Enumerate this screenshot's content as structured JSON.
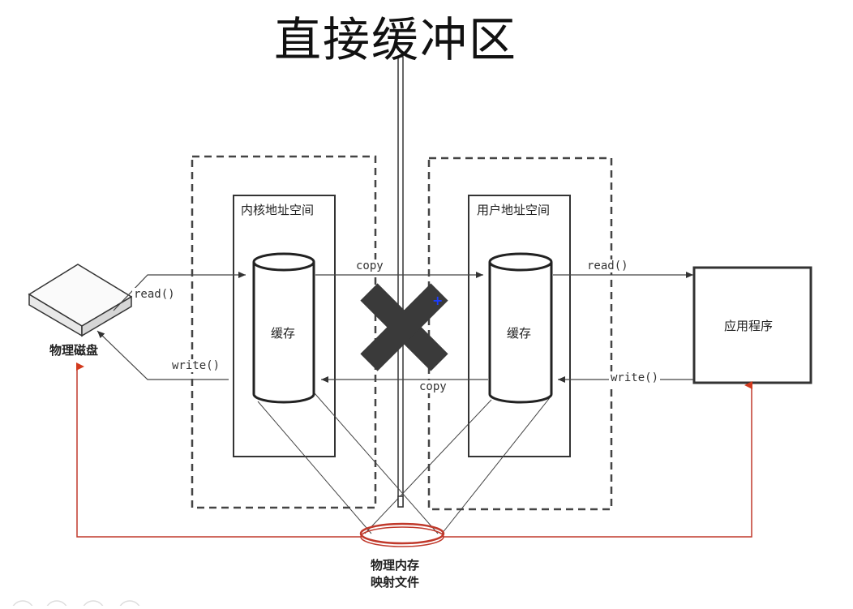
{
  "title": "直接缓冲区",
  "kernel_space": {
    "label": "内核地址空间",
    "cache_label": "缓存"
  },
  "user_space": {
    "label": "用户地址空间",
    "cache_label": "缓存"
  },
  "disk": {
    "label": "物理磁盘"
  },
  "app": {
    "label": "应用程序"
  },
  "mapped_file": {
    "line1": "物理内存",
    "line2": "映射文件"
  },
  "arrows": {
    "disk_read": "read()",
    "disk_write": "write()",
    "copy_top": "copy",
    "copy_bottom": "copy",
    "app_read": "read()",
    "app_write": "write()"
  },
  "colors": {
    "mapping_line": "#c0392b",
    "cross": "#3a3a3a",
    "outline": "#333333",
    "cursor": "#1a3cff"
  }
}
